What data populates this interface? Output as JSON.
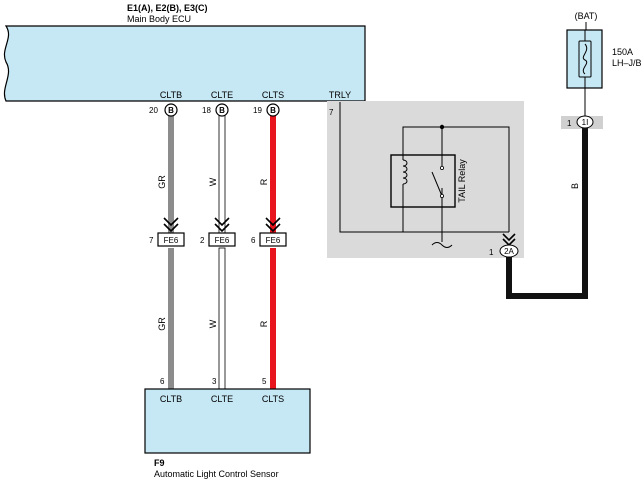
{
  "ecu": {
    "title": "E1(A), E2(B), E3(C)",
    "subtitle": "Main Body ECU",
    "terminals": [
      "CLTB",
      "CLTE",
      "CLTS",
      "TRLY"
    ],
    "pins": [
      "20",
      "18",
      "19"
    ],
    "connector_letter": "B"
  },
  "relay_box": {
    "pin_in": "7",
    "relay_label": "TAIL Relay",
    "out_pin": "1",
    "out_connector": "2A"
  },
  "battery": {
    "label": "(BAT)",
    "fuse_rating": "150A",
    "fuse_location": "LH–J/B",
    "pin": "1",
    "connector": "1I",
    "wire_color": "B"
  },
  "wires": [
    {
      "color_code": "GR",
      "color": "#8c8c8c"
    },
    {
      "color_code": "W",
      "color": "#ffffff"
    },
    {
      "color_code": "R",
      "color": "#e8141e"
    }
  ],
  "junction": {
    "connector": "FE6",
    "pins": [
      "7",
      "2",
      "6"
    ]
  },
  "sensor": {
    "code": "F9",
    "name": "Automatic Light Control Sensor",
    "terminals": [
      "CLTB",
      "CLTE",
      "CLTS"
    ],
    "pins": [
      "6",
      "3",
      "5"
    ]
  },
  "colors": {
    "component_fill": "#c6e7f4",
    "relay_area": "#dadada",
    "black_wire": "#111111"
  }
}
